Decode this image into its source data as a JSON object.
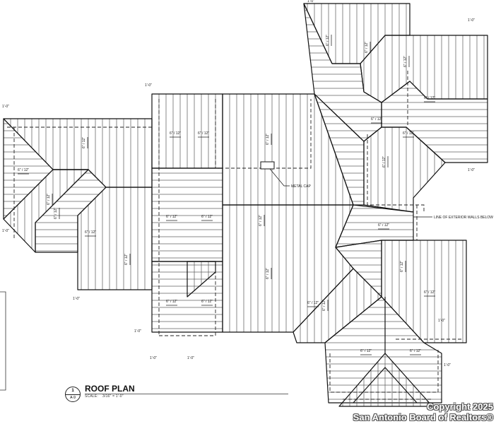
{
  "drawing": {
    "title": "ROOF PLAN",
    "scale_label": "SCALE:",
    "scale_value": "3/16\" = 1'-0\"",
    "callout_number": "1",
    "callout_sheet": "A-9"
  },
  "notes": {
    "metal_cap": "METAL CAP",
    "exterior_walls": "LINE OF EXTERIOR WALLS BELOW"
  },
  "slope_label": "6\" / 12\"",
  "dimension_label": "1'-0\"",
  "watermark": {
    "line1": "Copyright 2025",
    "line2": "San Antonio Board of Realtors®"
  },
  "colors": {
    "line": "#111111",
    "hatch": "#555555",
    "background": "#ffffff"
  }
}
